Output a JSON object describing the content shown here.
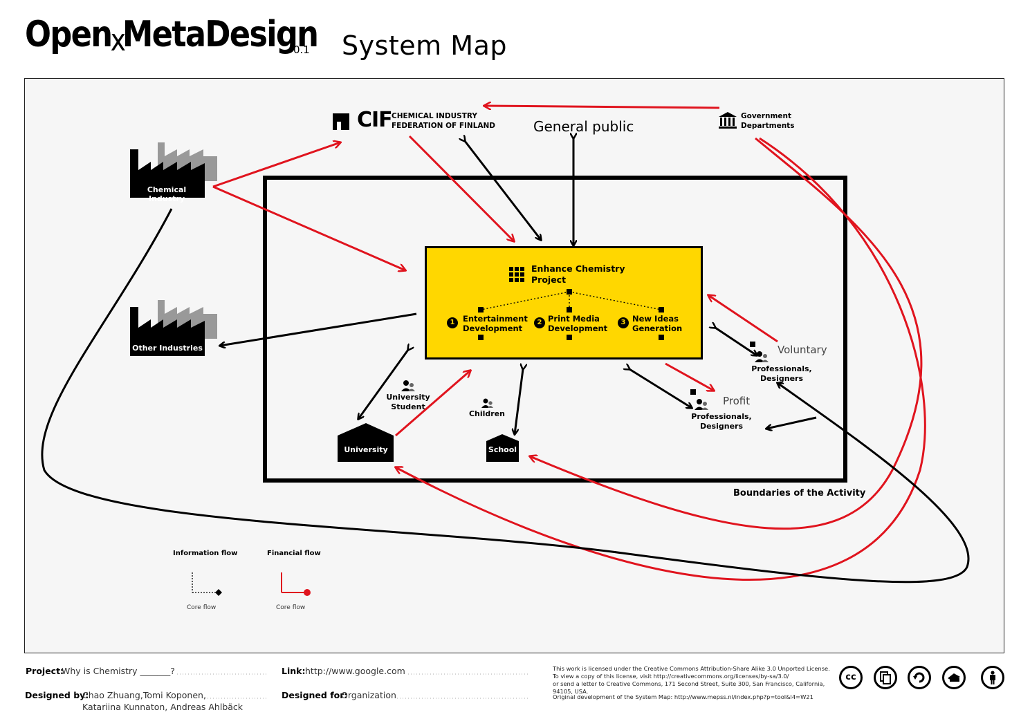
{
  "header": {
    "brand_open": "Open",
    "brand_x": "x",
    "brand_meta": "MetaDesign",
    "version": "0.1",
    "title": "System Map"
  },
  "actors": {
    "cif_abbrev": "CIF",
    "cif_line1": "CHEMICAL INDUSTRY",
    "cif_line2": "FEDERATION OF FINLAND",
    "general_public": "General public",
    "gov_line1": "Government",
    "gov_line2": "Departments",
    "chemical_industry": "Chemical Industry",
    "other_industries": "Other Industries",
    "university": "University",
    "school": "School",
    "university_student_1": "University",
    "university_student_2": "Student",
    "children": "Children",
    "voluntary": "Voluntary",
    "professionals_voluntary": "Professionals, Designers",
    "profit": "Profit",
    "professionals_profit": "Professionals, Designers"
  },
  "project": {
    "title_1": "Enhance Chemistry",
    "title_2": "Project",
    "sub1_num": "1",
    "sub1_line1": "Entertainment",
    "sub1_line2": "Development",
    "sub2_num": "2",
    "sub2_line1": "Print Media",
    "sub2_line2": "Development",
    "sub3_num": "3",
    "sub3_line1": "New Ideas",
    "sub3_line2": "Generation"
  },
  "boundary_label": "Boundaries of the Activity",
  "legend": {
    "info_title": "Information flow",
    "info_sub": "Core flow",
    "fin_title": "Financial flow",
    "fin_sub": "Core flow"
  },
  "footer": {
    "project_label": "Project:",
    "project_value": "Why is Chemistry _______?",
    "designed_by_label": "Designed by:",
    "designed_by_1": "Chao Zhuang,Tomi Koponen,",
    "designed_by_2": "Katariina Kunnaton, Andreas Ahlbäck",
    "link_label": "Link:",
    "link_value": "http://www.google.com",
    "designed_for_label": "Designed for:",
    "designed_for_value": "Organization",
    "license_1": "This work is licensed under the Creative Commons Attribution-Share Alike 3.0 Unported License.",
    "license_2": "To view a copy of this license, visit http://creativecommons.org/licenses/by-sa/3.0/",
    "license_3": "or send a letter to Creative Commons, 171 Second Street, Suite 300, San Francisco, California, 94105, USA.",
    "license_orig": "Original development of the System Map: http://www.mepss.nl/index.php?p=tool&l4=W21",
    "cc_label": "cc"
  },
  "colors": {
    "financial_flow": "#e0141e",
    "information_flow": "#000000",
    "project_fill": "#ffd700",
    "canvas_bg": "#f6f6f6"
  }
}
